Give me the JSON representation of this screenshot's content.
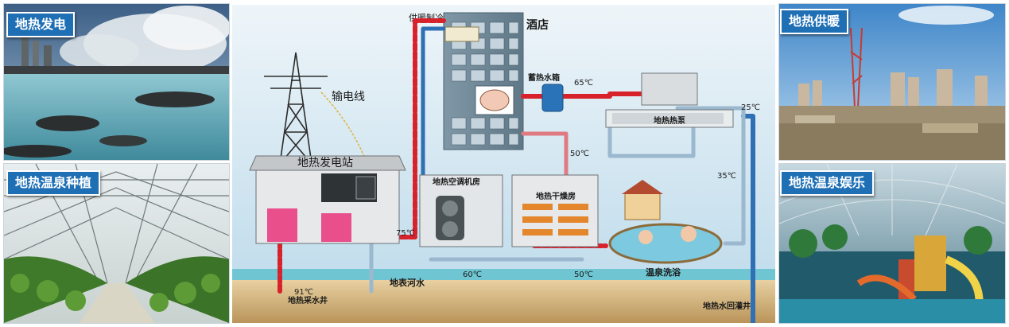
{
  "panels": {
    "power": "地热发电",
    "planting": "地热温泉种植",
    "heating": "地热供暖",
    "entertainment": "地热温泉娱乐"
  },
  "diagram": {
    "cooling_heating": "供暖制冷",
    "hotel": "酒店",
    "power_line": "输电线",
    "storage_tank": "蓄热水箱",
    "temp_65": "65℃",
    "heat_pump": "地热热泵",
    "temp_25": "25℃",
    "temp_50_top": "50℃",
    "temp_35": "35℃",
    "power_station": "地热发电站",
    "ac_room": "地热空调机房",
    "drying_room": "地热干燥房",
    "temp_75": "75℃",
    "temp_60": "60℃",
    "temp_50_bottom": "50℃",
    "hot_spring": "温泉洗浴",
    "surface_river": "地表河水",
    "temp_91": "91℃",
    "production_well": "地热采水井",
    "reinjection_well": "地热水回灌井"
  },
  "colors": {
    "tag_bg": "#1f6fb5",
    "hot_pipe": "#d8222b",
    "cold_pipe": "#2f6fb3"
  }
}
